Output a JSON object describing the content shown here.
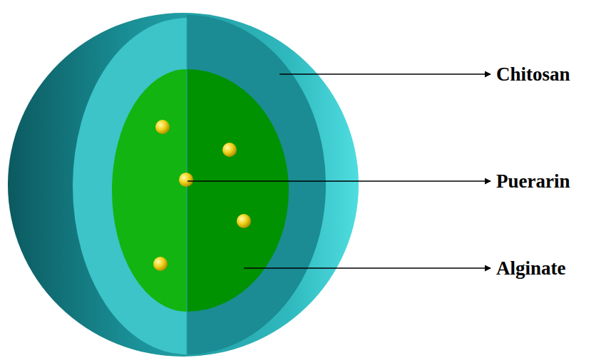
{
  "diagram": {
    "labels": [
      "Chitosan",
      "Puerarin",
      "Alginate"
    ]
  }
}
